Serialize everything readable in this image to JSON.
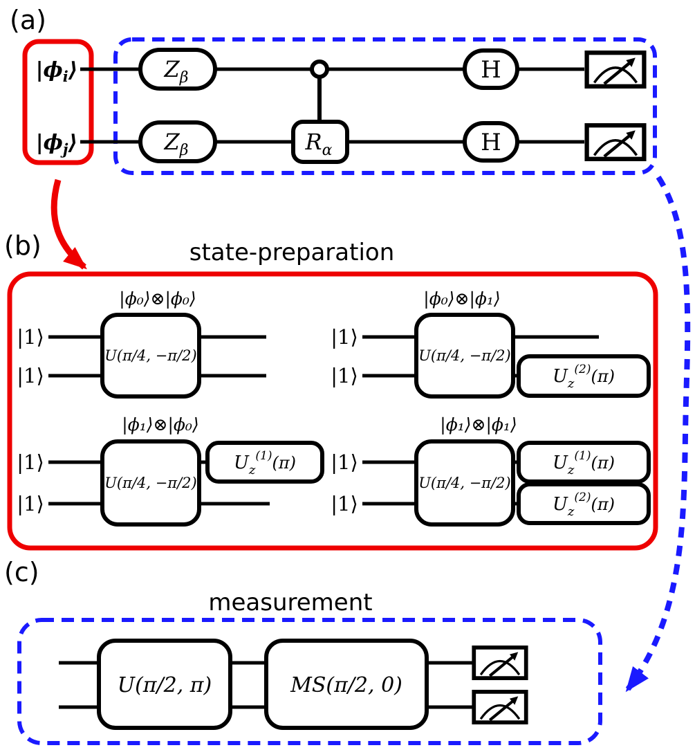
{
  "figure": {
    "background": "#ffffff",
    "colors": {
      "accent_red": "#ee0000",
      "accent_blue": "#1a1aff",
      "ink": "#000000"
    }
  },
  "panel_a": {
    "label": "(a)",
    "ket_i": {
      "main": "|ϕ",
      "sub": "i",
      "close": "⟩"
    },
    "ket_j": {
      "main": "|ϕ",
      "sub": "j",
      "close": "⟩"
    },
    "gate_z": {
      "main": "Z",
      "sub": "β"
    },
    "gate_r": {
      "main": "R",
      "sub": "α"
    },
    "gate_h": "H"
  },
  "panel_b": {
    "label": "(b)",
    "title": "state-preparation",
    "ket_one": "|1⟩",
    "gate_u": "U(π/4, −π/2)",
    "gate_uz1": {
      "main": "U",
      "sub": "z",
      "sup": "(1)",
      "arg": "(π)"
    },
    "gate_uz2": {
      "main": "U",
      "sub": "z",
      "sup": "(2)",
      "arg": "(π)"
    },
    "circuits": [
      {
        "header": "|ϕ₀⟩⊗|ϕ₀⟩"
      },
      {
        "header": "|ϕ₀⟩⊗|ϕ₁⟩"
      },
      {
        "header": "|ϕ₁⟩⊗|ϕ₀⟩"
      },
      {
        "header": "|ϕ₁⟩⊗|ϕ₁⟩"
      }
    ]
  },
  "panel_c": {
    "label": "(c)",
    "title": "measurement",
    "gate_u": "U(π/2, π)",
    "gate_ms": "MS(π/2, 0)"
  }
}
